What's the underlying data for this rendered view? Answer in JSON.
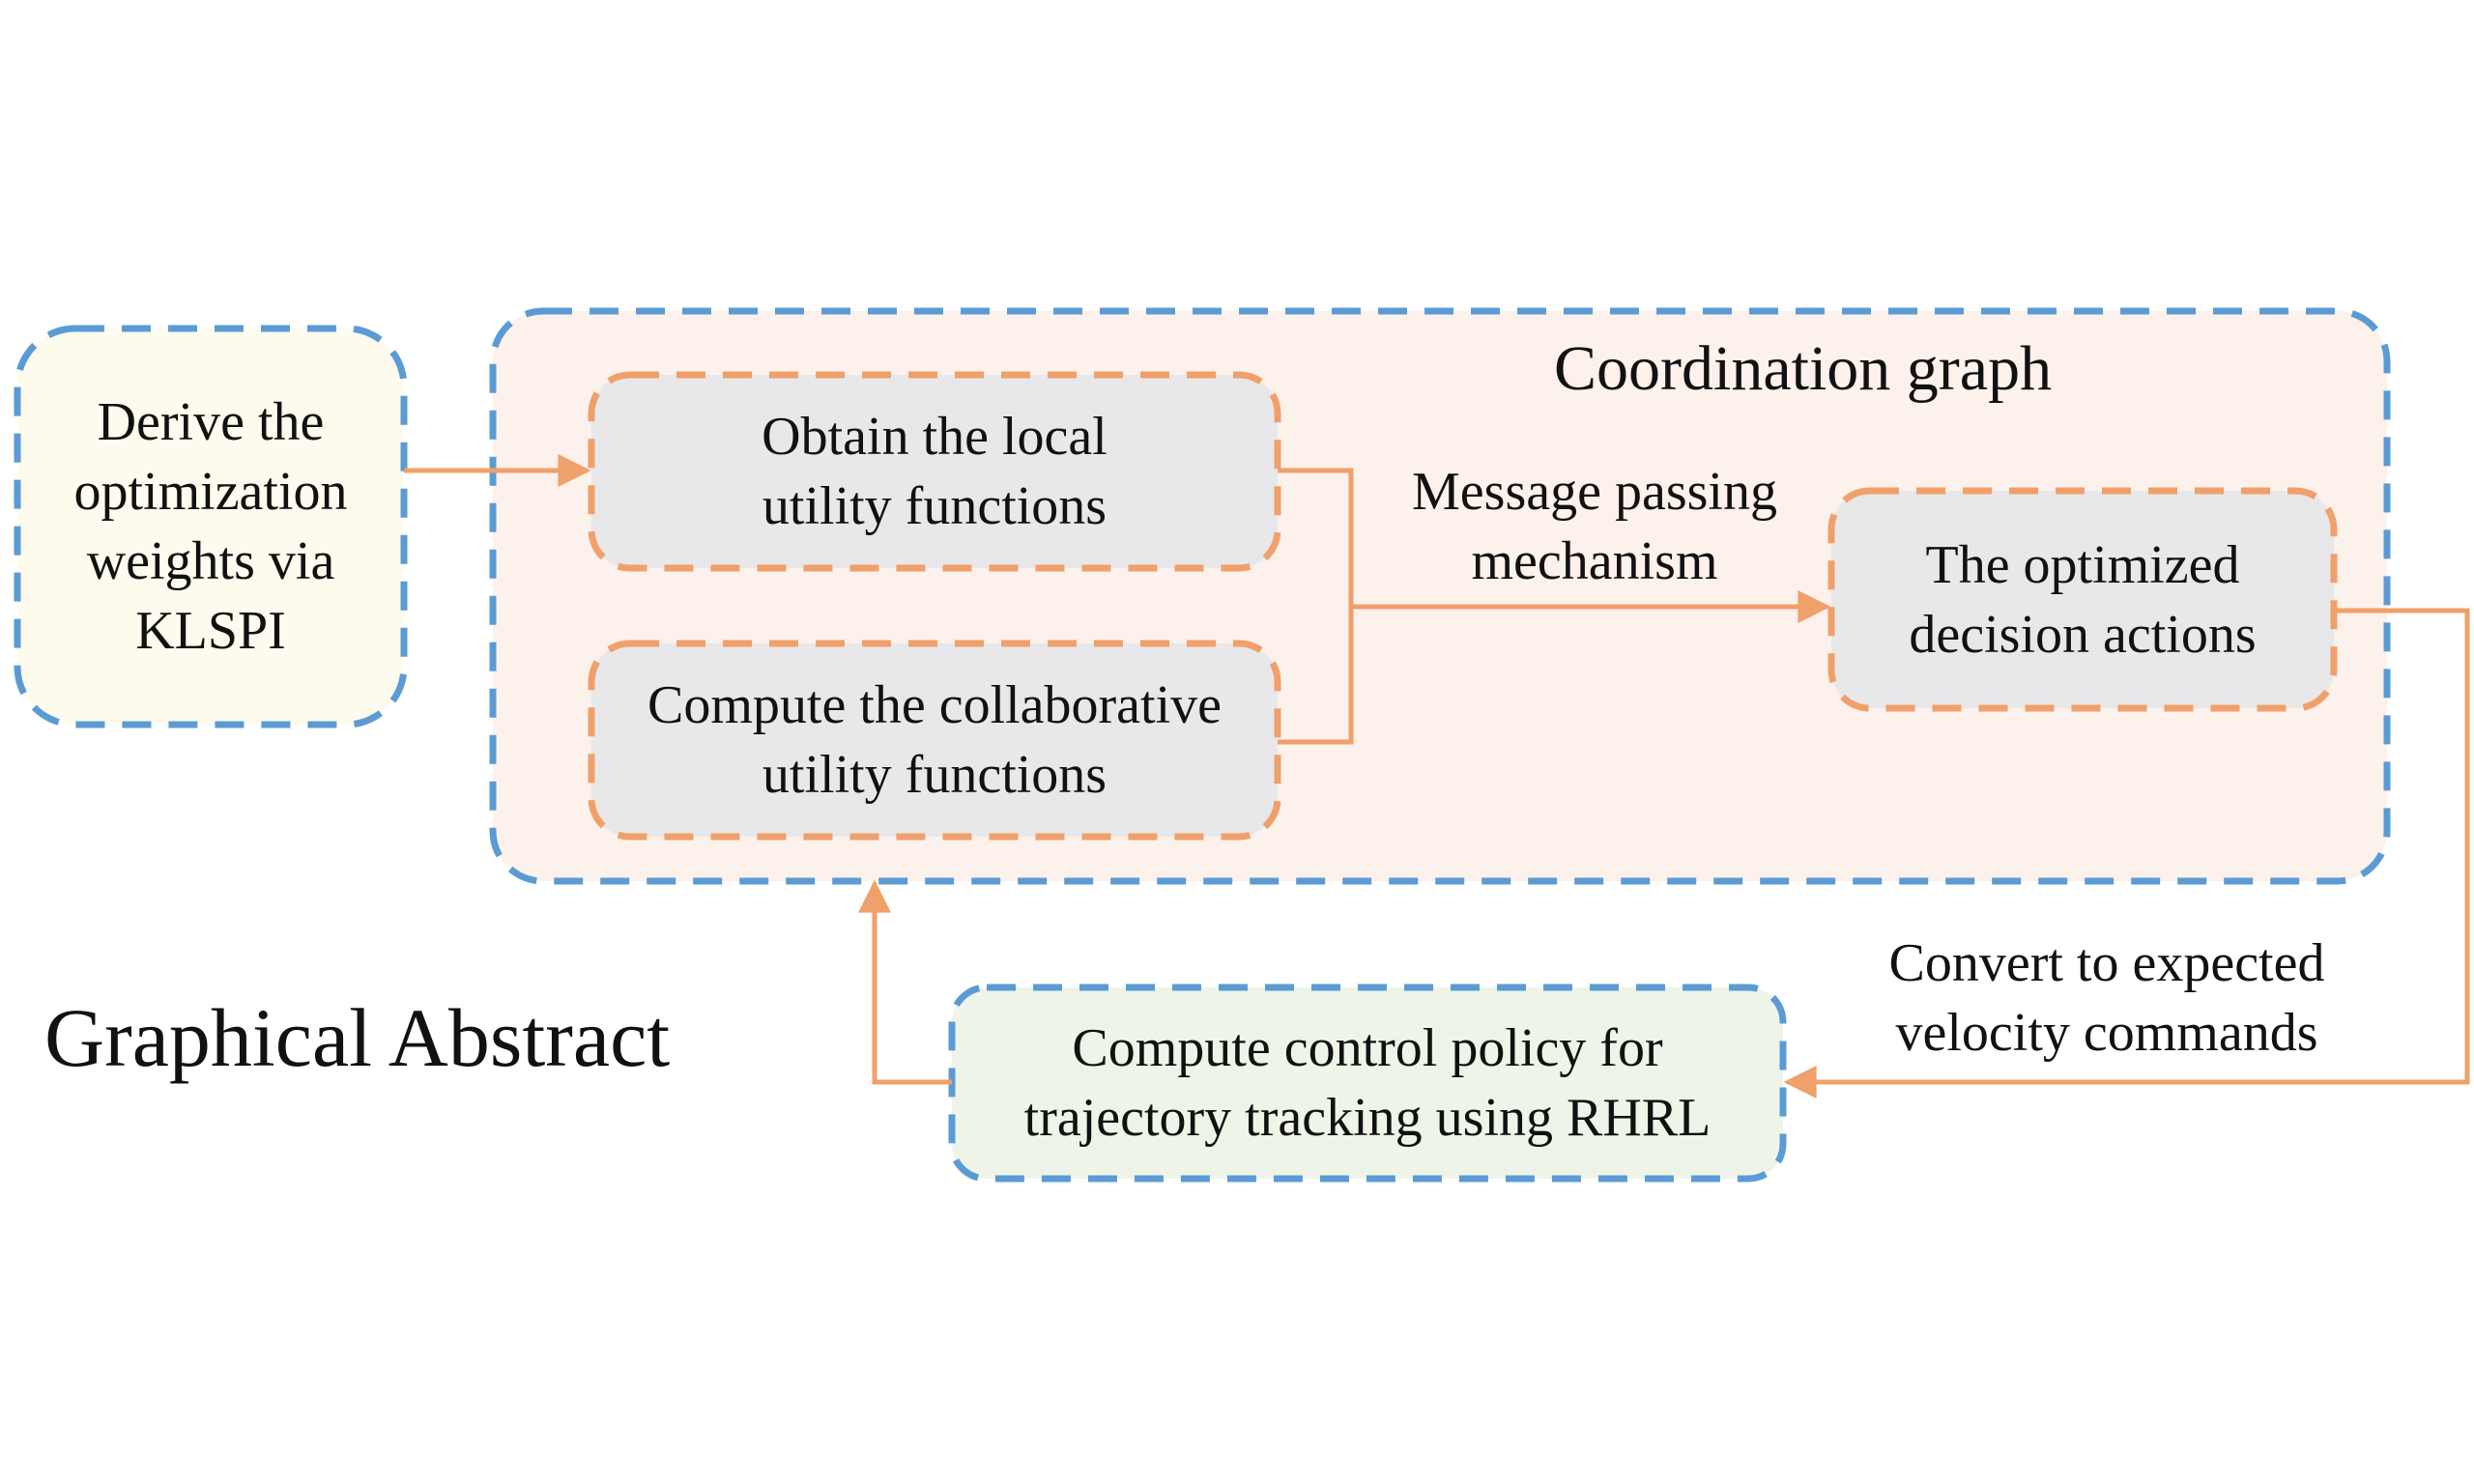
{
  "colors": {
    "blue_border": "#5b9bd5",
    "orange_border": "#f0a06a",
    "arrow": "#f0a06a",
    "coordination_fill": "#fdf1ec",
    "inner_fill": "#e8e8ea",
    "klspi_fill": "#fdfbed",
    "control_fill": "#eef5e8"
  },
  "nodes": {
    "klspi": {
      "lines": [
        "Derive the",
        "optimization",
        "weights via",
        "KLSPI"
      ]
    },
    "coordination": {
      "title": "Coordination graph"
    },
    "local": {
      "lines": [
        "Obtain the local",
        "utility functions"
      ]
    },
    "collab": {
      "lines": [
        "Compute the collaborative",
        "utility functions"
      ]
    },
    "optimized": {
      "lines": [
        "The optimized",
        "decision actions"
      ]
    },
    "control": {
      "lines": [
        "Compute control policy for",
        "trajectory tracking using RHRL"
      ]
    }
  },
  "edge_labels": {
    "message": [
      "Message passing",
      "mechanism"
    ],
    "convert": [
      "Convert to expected",
      "velocity commands"
    ]
  },
  "caption": "Graphical Abstract"
}
